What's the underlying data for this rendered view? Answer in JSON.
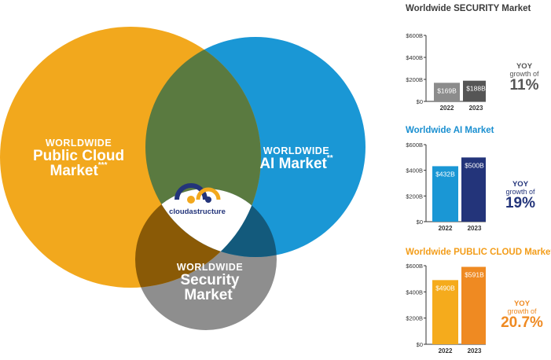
{
  "venn": {
    "cloud": {
      "line1": "WORLDWIDE",
      "line2": "Public Cloud",
      "line3": "Market",
      "mark": "***"
    },
    "ai": {
      "line1": "WORLDWIDE",
      "line2": "AI Market",
      "mark": "**"
    },
    "security": {
      "line1": "WORLDWIDE",
      "line2": "Security",
      "line3": "Market",
      "mark": "*"
    },
    "logo_text": "cloudastructure",
    "colors": {
      "cloud": "#f2a81d",
      "ai": "#1a97d5",
      "security": "#8e8e8e"
    }
  },
  "growth": {
    "security": {
      "yoy": "YOY",
      "growth_of": "growth of",
      "pct": "11%"
    },
    "ai": {
      "yoy": "YOY",
      "growth_of": "growth of",
      "pct": "19%"
    },
    "cloud": {
      "yoy": "YOY",
      "growth_of": "growth of",
      "pct": "20.7%"
    }
  },
  "chart_data": [
    {
      "type": "bar",
      "title": "Worldwide SECURITY Market",
      "categories": [
        "2022",
        "2023"
      ],
      "values": [
        169,
        188
      ],
      "value_labels": [
        "$169B",
        "$188B"
      ],
      "yticks": [
        "$0",
        "$200B",
        "$400B",
        "$600B"
      ],
      "ylim": [
        0,
        600
      ],
      "colors": [
        "#8c8c8c",
        "#555555"
      ],
      "title_color": "#3c3c3c"
    },
    {
      "type": "bar",
      "title": "Worldwide AI Market",
      "categories": [
        "2022",
        "2023"
      ],
      "values": [
        432,
        500
      ],
      "value_labels": [
        "$432B",
        "$500B"
      ],
      "yticks": [
        "$0",
        "$200B",
        "$400B",
        "$600B"
      ],
      "ylim": [
        0,
        600
      ],
      "colors": [
        "#1a97d5",
        "#23347a"
      ],
      "title_color": "#1a8fd0"
    },
    {
      "type": "bar",
      "title": "Worldwide PUBLIC CLOUD Market",
      "categories": [
        "2022",
        "2023"
      ],
      "values": [
        490,
        591
      ],
      "value_labels": [
        "$490B",
        "$591B"
      ],
      "yticks": [
        "$0",
        "$200B",
        "$400B",
        "$600B"
      ],
      "ylim": [
        0,
        600
      ],
      "colors": [
        "#f5ab1c",
        "#ef8a22"
      ],
      "title_color": "#f39d1a"
    }
  ]
}
